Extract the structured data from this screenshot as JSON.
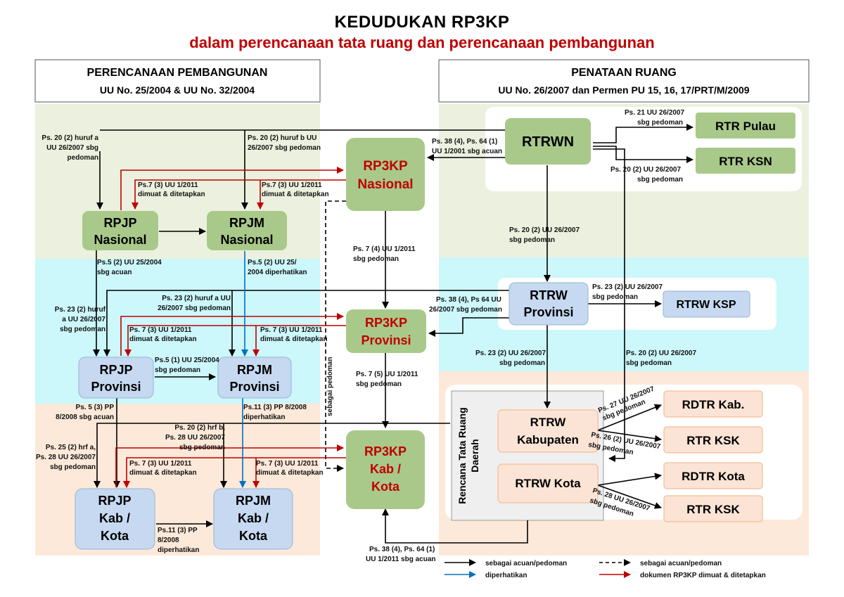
{
  "title": "KEDUDUKAN RP3KP",
  "subtitle": "dalam perencanaan tata ruang dan perencanaan pembangunan",
  "left_header": {
    "line1": "PERENCANAAN PEMBANGUNAN",
    "line2": "UU No. 25/2004 & UU No. 32/2004"
  },
  "right_header": {
    "line1": "PENATAAN RUANG",
    "line2": "UU No. 26/2007 dan Permen  PU 15, 16, 17/PRT/M/2009"
  },
  "nodes": {
    "rpjp_nas": [
      "RPJP",
      "Nasional"
    ],
    "rpjm_nas": [
      "RPJM",
      "Nasional"
    ],
    "rpjp_prov": [
      "RPJP",
      "Provinsi"
    ],
    "rpjm_prov": [
      "RPJM",
      "Provinsi"
    ],
    "rpjp_kab": [
      "RPJP",
      "Kab /",
      "Kota"
    ],
    "rpjm_kab": [
      "RPJM",
      "Kab /",
      "Kota"
    ],
    "rp3kp_nas": [
      "RP3KP",
      "Nasional"
    ],
    "rp3kp_prov": [
      "RP3KP",
      "Provinsi"
    ],
    "rp3kp_kab": [
      "RP3KP",
      "Kab /",
      "Kota"
    ],
    "rtrwn": [
      "RTRWN"
    ],
    "rtr_pulau": [
      "RTR Pulau"
    ],
    "rtr_ksn": [
      "RTR KSN"
    ],
    "rtrw_prov": [
      "RTRW",
      "Provinsi"
    ],
    "rtrw_ksp": [
      "RTRW KSP"
    ],
    "rtrw_kab": [
      "RTRW",
      "Kabupaten"
    ],
    "rtrw_kota": [
      "RTRW Kota"
    ],
    "rdtr_kab": [
      "RDTR Kab."
    ],
    "rtr_ksk1": [
      "RTR KSK"
    ],
    "rdtr_kota": [
      "RDTR Kota"
    ],
    "rtr_ksk2": [
      "RTR KSK"
    ],
    "rencana_daerah": [
      "Rencana Tata Ruang",
      "Daerah"
    ]
  },
  "labels": {
    "l_ps20_2a": [
      "Ps. 20 (2) huruf a",
      "UU 26/2007 sbg",
      "pedoman"
    ],
    "l_ps20_2b": [
      "Ps. 20 (2) huruf b UU",
      "26/2007 sbg pedoman"
    ],
    "l_ps7_a": [
      "Ps.7 (3) UU 1/2011",
      "dimuat & ditetapkan"
    ],
    "l_ps7_b": [
      "Ps.7 (3) UU 1/2011",
      "dimuat & ditetapkan"
    ],
    "l_ps38_nas": [
      "Ps. 38 (4), Ps. 64 (1)",
      "UU 1/2001 sbg acuan"
    ],
    "l_ps21": [
      "Ps. 21 UU 26/2007",
      "sbg pedoman"
    ],
    "l_ps20_ksn": [
      "Ps. 20 (2) UU 26/2007",
      "sbg pedoman"
    ],
    "l_ps20_rtrwn": [
      "Ps. 20 (2) UU 26/2007",
      "sbg pedoman"
    ],
    "l_ps7_4": [
      "Ps. 7 (4) UU 1/2011",
      "sbg pedoman"
    ],
    "l_ps5_acuan": [
      "Ps.5 (2) UU 25/2004",
      "sbg acuan"
    ],
    "l_ps5_diperhatikan": [
      "Ps.5 (2) UU 25/",
      "2004 diperhatikan"
    ],
    "l_ps23_huruf": [
      "Ps. 23 (2) huruf",
      "a UU 26/2007",
      "sbg pedoman"
    ],
    "l_ps23_a": [
      "Ps. 23 (2) huruf a UU",
      "26/2007 sbg pedoman"
    ],
    "l_ps7_c": [
      "Ps. 7 (3) UU 1/2011",
      "dimuat & ditetapkan"
    ],
    "l_ps7_d": [
      "Ps. 7 (3) UU 1/2011",
      "dimuat & ditetapkan"
    ],
    "l_ps38_prov": [
      "Ps. 38 (4), Ps 64 UU",
      "26/2007 sbg pedoman"
    ],
    "l_ps23_ksp": [
      "Ps. 23 (2) UU 26/2007",
      "sbg pedoman"
    ],
    "l_ps23_kab": [
      "Ps. 23 (2) UU 26/2007",
      "sbg pedoman"
    ],
    "l_ps20_kab": [
      "Ps. 20 (2) UU 26/2007",
      "sbg pedoman"
    ],
    "l_ps5_1": [
      "Ps.5 (1) UU 25/2004",
      "sbg pedoman"
    ],
    "l_ps7_5": [
      "Ps. 7 (5) UU 1/2011",
      "sbg pedoman"
    ],
    "l_sebagai": [
      "sebagai pedoman"
    ],
    "l_ps5_3": [
      "Ps. 5 (3) PP",
      "8/2008 sbg acuan"
    ],
    "l_ps11_3": [
      "Ps.11 (3) PP 8/2008",
      "diperhatikan"
    ],
    "l_ps20_hrf_b": [
      "Ps. 20 (2) hrf b,",
      "Ps. 28 UU 26/2007",
      "sbg pedoman"
    ],
    "l_ps25": [
      "Ps. 25 (2) hrf a,",
      "Ps. 28 UU 26/2007",
      "sbg pedoman"
    ],
    "l_ps7_e": [
      "Ps. 7 (3) UU 1/2011",
      "dimuat & ditetapkan"
    ],
    "l_ps7_f": [
      "Ps. 7 (3) UU 1/2011",
      "dimuat & ditetapkan"
    ],
    "l_ps11_bottom": [
      "Ps.11 (3) PP",
      "8/2008",
      "diperhatikan"
    ],
    "l_ps27": [
      "Ps. 27 UU 26/2007",
      "sbg pedoman"
    ],
    "l_ps26": [
      "Ps. 26 (2) UU 26/2007",
      "sbg pedoman"
    ],
    "l_ps28": [
      "Ps. 28 UU 26/2007",
      "sbg pedoman"
    ],
    "l_ps38_kab": [
      "Ps. 38 (4), Ps. 64 (1)",
      "UU 1/2011 sbg acuan"
    ]
  },
  "legend": {
    "solid_black": "sebagai acuan/pedoman",
    "dashed_black": "sebagai acuan/pedoman",
    "blue": "diperhatikan",
    "red": "dokumen RP3KP dimuat & ditetapkan"
  },
  "colors": {
    "green_node": "#a9c98a",
    "blue_node": "#c6d9f1",
    "peach_node": "#fbe4d5",
    "band_green": "#ebf1de",
    "band_cyan": "#ccf7fb",
    "band_peach": "#fde9d9",
    "red_text": "#c00000",
    "red_arrow": "#c00000",
    "blue_arrow": "#0070c0"
  }
}
